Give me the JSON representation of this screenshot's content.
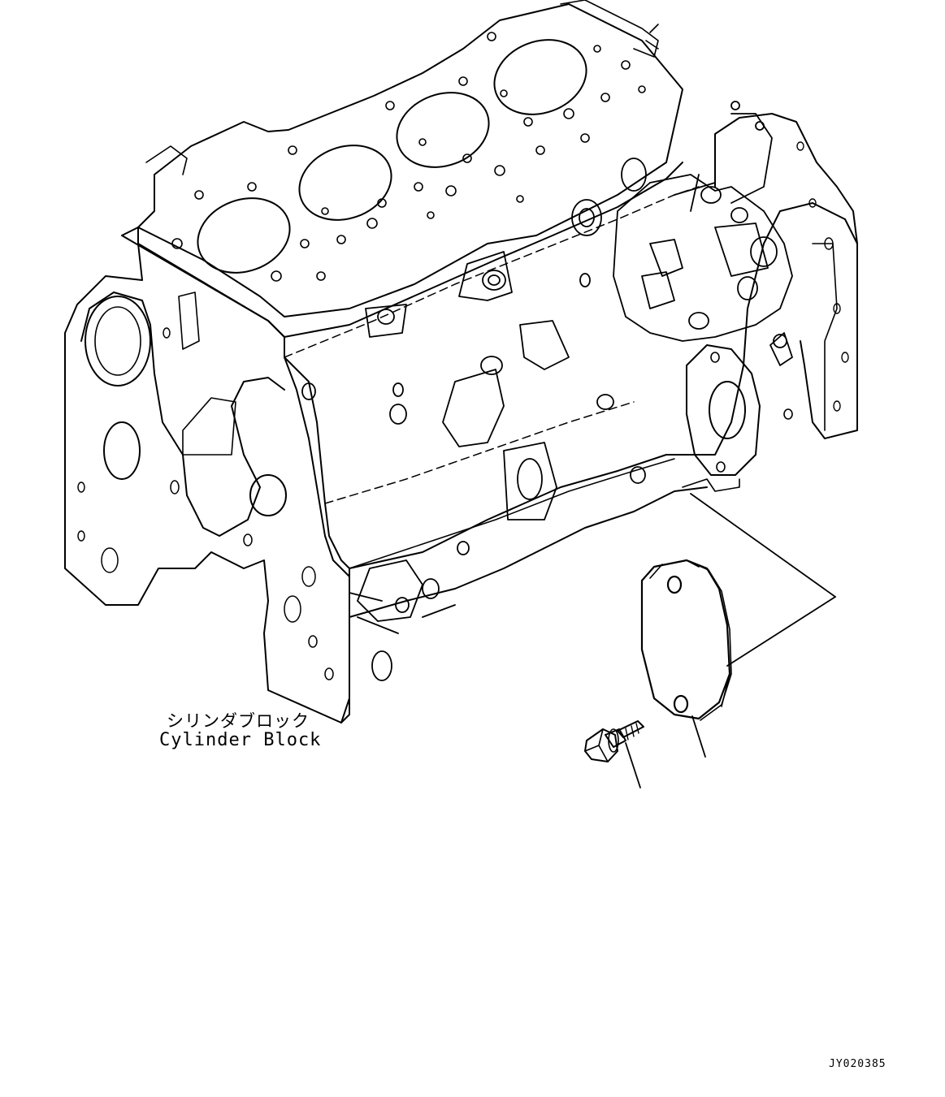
{
  "callout": {
    "name_japanese": "シリンダブロック",
    "name_english": "Cylinder Block"
  },
  "drawing_number": "JY020385",
  "icons": {
    "cylinder_block": "cylinder-block-drawing",
    "cover_plate": "cover-plate-drawing",
    "flange_bolt": "flange-bolt-drawing"
  }
}
